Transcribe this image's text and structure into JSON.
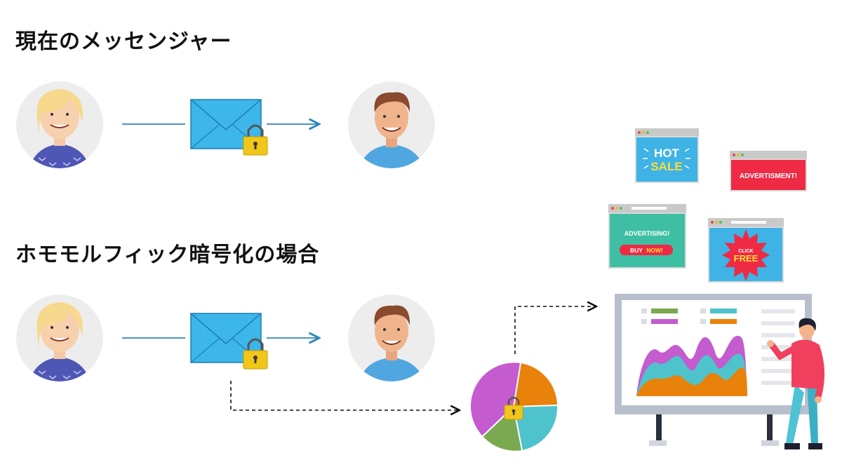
{
  "headings": {
    "current": "現在のメッセンジャー",
    "homomorphic": "ホモモルフィック暗号化の場合"
  },
  "ads": {
    "hot_sale": {
      "line1": "HOT",
      "line2": "SALE"
    },
    "advertisment": {
      "text": "ADVERTISMENT!"
    },
    "advertising": {
      "text": "ADVERTISING!",
      "button_buy": "BUY",
      "button_now": "NOW!"
    },
    "click_free": {
      "small": "CLICK",
      "big": "FREE"
    }
  },
  "colors": {
    "envelope": "#3db6ea",
    "lock": "#f2c618",
    "arrow": "#2e86b8",
    "pie_purple": "#c45bcf",
    "pie_orange": "#e8820a",
    "pie_teal": "#4ec3cb",
    "pie_green": "#7aa950",
    "person_red": "#f0405e",
    "board_gray": "#b8bfcc"
  },
  "icons": {
    "sender": "woman-avatar-icon",
    "receiver": "man-avatar-icon",
    "message": "envelope-icon",
    "security": "padlock-icon",
    "data": "pie-chart-icon",
    "analytics": "presentation-board-icon",
    "presenter": "presenter-person-icon"
  }
}
